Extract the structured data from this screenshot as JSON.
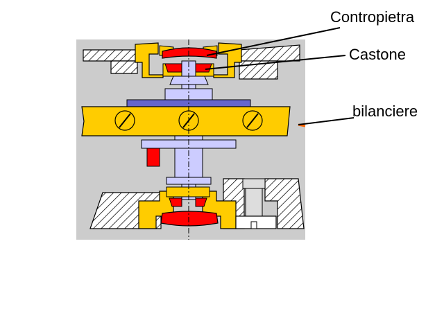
{
  "labels": {
    "contropietra": "Contropietra",
    "castone": "Castone",
    "bilanciere": "bilanciere"
  },
  "colors": {
    "background": "#cccccc",
    "jewel_setting": "#ffcc00",
    "jewel": "#ff0000",
    "arbor": "#ccccff",
    "collet": "#6666cc",
    "screw_shank": "#dddddd"
  }
}
